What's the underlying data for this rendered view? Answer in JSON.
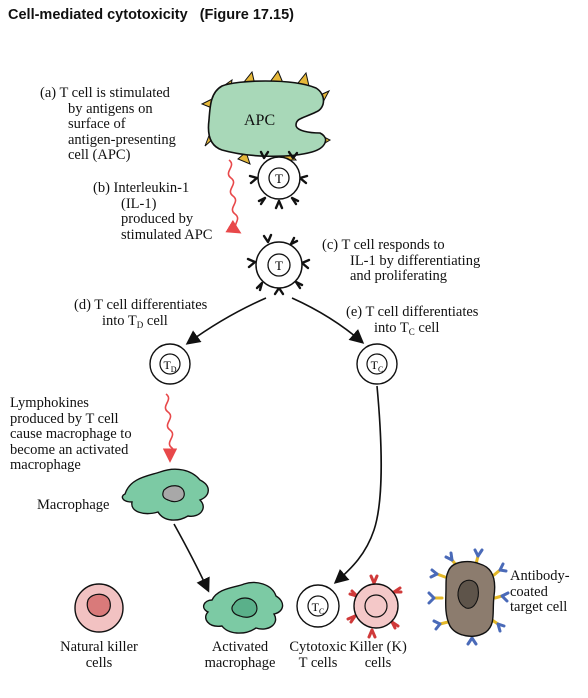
{
  "title": "Cell-mediated cytotoxicity",
  "figure_ref": "(Figure 17.15)",
  "steps": {
    "a": [
      "(a) T cell is stimulated",
      "by antigens on",
      "surface of",
      "antigen-presenting",
      "cell (APC)"
    ],
    "b": [
      "(b) Interleukin-1",
      "(IL-1)",
      "produced by",
      "stimulated APC"
    ],
    "c": [
      "(c) T cell responds to",
      "IL-1 by differentiating",
      "and proliferating"
    ],
    "d_line1": "(d) T cell differentiates",
    "d_line2_prefix": "into T",
    "d_line2_sub": "D",
    "d_line2_suffix": " cell",
    "e_line1": "(e) T cell differentiates",
    "e_line2_prefix": "into T",
    "e_line2_sub": "C",
    "e_line2_suffix": " cell"
  },
  "lymphokines": [
    "Lymphokines",
    "produced by T cell",
    "cause macrophage to",
    "become an activated",
    "macrophage"
  ],
  "cells": {
    "apc_label": "APC",
    "t_label": "T",
    "td_main": "T",
    "td_sub": "D",
    "tc_main": "T",
    "tc_sub": "C",
    "macrophage": "Macrophage",
    "nk": [
      "Natural killer",
      "cells"
    ],
    "activated": [
      "Activated",
      "macrophage"
    ],
    "cytotoxic": [
      "Cytotoxic",
      "T cells"
    ],
    "killer": [
      "Killer (K)",
      "cells"
    ],
    "antibody": [
      "Antibody-",
      "coated",
      "target cell"
    ]
  },
  "colors": {
    "apc_fill": "#a8d8b8",
    "antigen": "#e6b83a",
    "il_arrow": "#e8484a",
    "nk_fill": "#f2c2c2",
    "nk_nucleus": "#d97a7a",
    "macrophage_fill": "#7ccaa4",
    "macrophage_nucleus": "#a8a8a8",
    "killer_fill": "#f4c8c8",
    "killer_receptor": "#d03a3a",
    "target_fill": "#8c7c6e",
    "target_nucleus": "#5e544a",
    "antibody_blue": "#4a6ab8",
    "antibody_yellow": "#e4b828"
  }
}
